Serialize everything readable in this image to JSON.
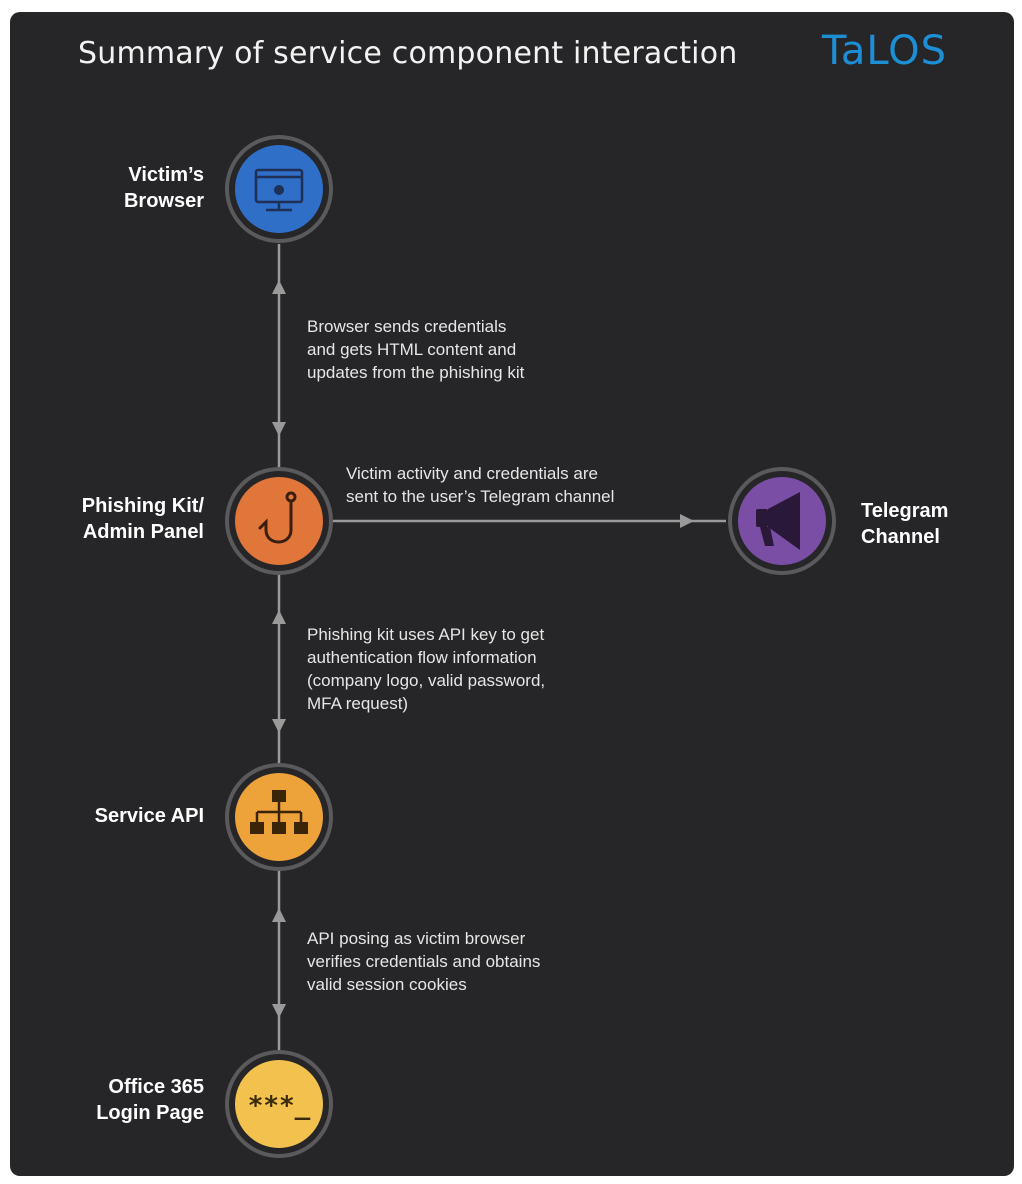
{
  "title": "Summary of service component interaction",
  "logo": "TaLOS",
  "nodes": {
    "browser": {
      "label": "Victim’s\nBrowser",
      "color": "#2f6fc7",
      "icon": "monitor-icon"
    },
    "phishing_kit": {
      "label": "Phishing Kit/\nAdmin Panel",
      "color": "#e0763a",
      "icon": "fishing-hook-icon"
    },
    "telegram": {
      "label": "Telegram\nChannel",
      "color": "#7b4ea6",
      "icon": "megaphone-icon"
    },
    "service_api": {
      "label": "Service API",
      "color": "#eda23a",
      "icon": "org-chart-icon"
    },
    "office365": {
      "label": "Office 365\nLogin Page",
      "color": "#f2c14e",
      "icon": "password-icon",
      "icon_text": "***_"
    }
  },
  "edges": {
    "browser_kit": "Browser sends credentials\nand gets HTML content and\nupdates from the phishing kit",
    "kit_telegram": "Victim activity and credentials are\nsent to the user’s Telegram channel",
    "kit_api": "Phishing kit uses API key to get\nauthentication flow information\n(company logo, valid password,\nMFA request)",
    "api_office": "API posing as victim browser\nverifies credentials and obtains\nvalid session cookies"
  }
}
